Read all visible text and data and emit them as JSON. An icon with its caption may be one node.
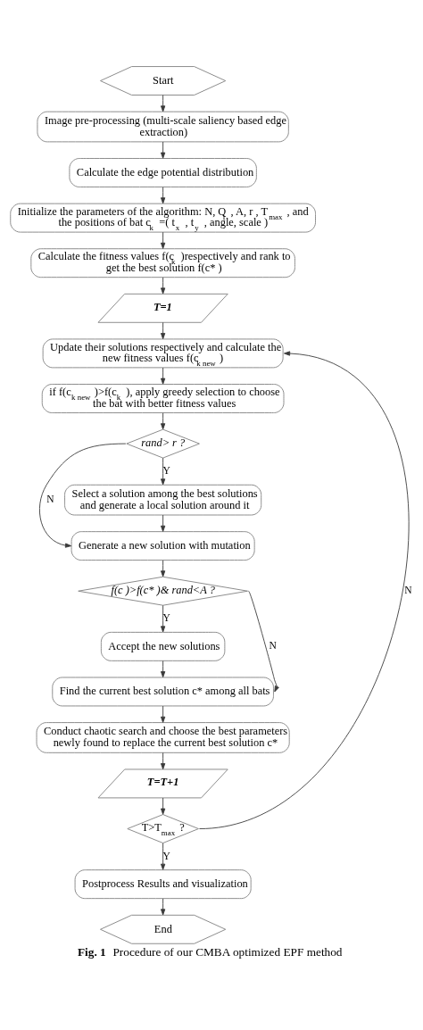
{
  "diagram": {
    "caption": "**Fig. 1** Procedure of our CMBA optimized EPF method",
    "nodes": [
      {
        "text": [
          "Start"
        ]
      },
      {
        "text": [
          "Image pre-processing (multi-scale saliency based edge extraction)"
        ]
      },
      {
        "text": [
          "Calculate the edge potential distribution"
        ]
      },
      {
        "text": [
          "Initialize the parameters of the algorithm: N, Q$_{i}$ , A, r , T$_{max}$ , and the positions of bat c$_{k}$ =( t$_{x}$ , t$_{y}$ , angle, scale )"
        ]
      },
      {
        "text": [
          "Calculate the fitness values f(c$_{k}$ )respectively and rank to get the best solution f(c* )"
        ]
      },
      {
        "text": [
          "T=1"
        ]
      },
      {
        "text": [
          "Update their solutions respectively and calculate the new fitness values f(c$_{k new}$ )"
        ]
      },
      {
        "text": [
          "if f(c$_{k new}$ )>f(c$_{k}$ ), apply greedy selection to choose the bat with better fitness values"
        ]
      },
      {
        "text": [
          "rand> r ?"
        ]
      },
      {
        "text": [
          "Select a solution among the best solutions and generate a local solution around it"
        ]
      },
      {
        "text": [
          "Generate a new solution with mutation"
        ]
      },
      {
        "text": [
          "f(c )>f(c* )& rand<A ?"
        ]
      },
      {
        "text": [
          "Accept the new solutions"
        ]
      },
      {
        "text": [
          "Find the current best solution c* among all bats"
        ]
      },
      {
        "text": [
          "Conduct chaotic search and choose the best parameters newly found to replace the current best solution c*"
        ]
      },
      {
        "text": [
          "T=T+1"
        ]
      },
      {
        "text": [
          "T>T$_{max}$ ?"
        ]
      },
      {
        "text": [
          "Postprocess Results and visualization"
        ]
      },
      {
        "text": [
          "End"
        ]
      }
    ],
    "edges": [
      {
        "from": 0,
        "to": 1,
        "arrow": "to"
      },
      {
        "from": 1,
        "to": 2,
        "arrow": "to"
      },
      {
        "from": 2,
        "to": 3,
        "arrow": "to"
      },
      {
        "from": 3,
        "to": 4,
        "arrow": "to"
      },
      {
        "from": 4,
        "to": 5,
        "arrow": "to"
      },
      {
        "from": 5,
        "to": 6,
        "arrow": "to"
      },
      {
        "from": 6,
        "to": 7,
        "arrow": "to"
      },
      {
        "from": 7,
        "to": 8,
        "arrow": "to"
      },
      {
        "from": 8,
        "to": 9,
        "arrow": "to",
        "label": "Y"
      },
      {
        "from": 8,
        "to": 10,
        "arrow": "to",
        "label": "N"
      },
      {
        "from": 9,
        "to": 10,
        "arrow": "to"
      },
      {
        "from": 10,
        "to": 11,
        "arrow": "to"
      },
      {
        "from": 11,
        "to": 12,
        "arrow": "to",
        "label": "Y"
      },
      {
        "from": 11,
        "to": 13,
        "arrow": "to",
        "label": "N"
      },
      {
        "from": 12,
        "to": 13,
        "arrow": "to"
      },
      {
        "from": 13,
        "to": 14,
        "arrow": "to"
      },
      {
        "from": 14,
        "to": 15,
        "arrow": "to"
      },
      {
        "from": 15,
        "to": 16,
        "arrow": "to"
      },
      {
        "from": 16,
        "to": 6,
        "arrow": "to",
        "label": "N"
      },
      {
        "from": 16,
        "to": 17,
        "arrow": "to",
        "label": "Y"
      },
      {
        "from": 17,
        "to": 18,
        "arrow": "to"
      }
    ]
  }
}
